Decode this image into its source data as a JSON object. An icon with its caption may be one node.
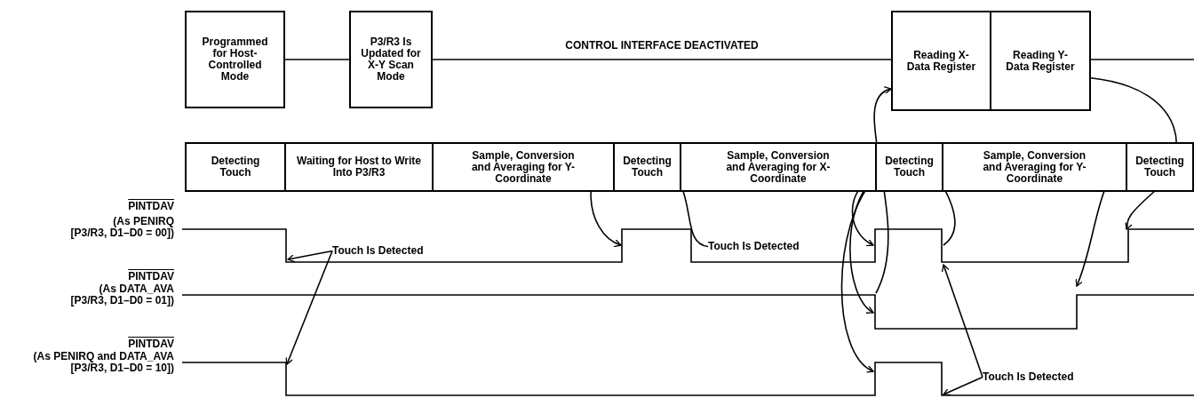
{
  "diagram": {
    "nodes": [
      {
        "text": [
          "Programmed for Host-Controlled Mode"
        ]
      },
      {
        "text": [
          "P3/R3 Is Updated for X-Y Scan Mode"
        ]
      },
      {
        "text": [
          "Reading X-Data Register"
        ]
      },
      {
        "text": [
          "Reading Y-Data Register"
        ]
      },
      {
        "text": [
          "Detecting Touch"
        ]
      },
      {
        "text": [
          "Waiting for Host to Write Into P3/R3"
        ]
      },
      {
        "text": [
          "Sample, Conversion and Averaging for Y-Coordinate"
        ]
      },
      {
        "text": [
          "Detecting Touch"
        ]
      },
      {
        "text": [
          "Sample, Conversion and Averaging for X-Coordinate"
        ]
      },
      {
        "text": [
          "Detecting Touch"
        ]
      },
      {
        "text": [
          "Sample, Conversion and Averaging for Y-Coordinate"
        ]
      },
      {
        "text": [
          "Detecting Touch"
        ]
      },
      {
        "text": [
          "Touch Is Detected"
        ]
      },
      {
        "text": [
          "Touch Is Detected"
        ]
      },
      {
        "text": [
          "Touch Is Detected"
        ]
      }
    ],
    "edges": [
      {
        "from": 0,
        "to": 1,
        "arrow": "none"
      },
      {
        "from": 1,
        "to": 2,
        "arrow": "none",
        "label": "CONTROL INTERFACE DEACTIVATED"
      },
      {
        "from": 3,
        "to": null,
        "arrow": "none"
      },
      {
        "from": 12,
        "to": null,
        "arrow": "to"
      },
      {
        "from": 12,
        "to": null,
        "arrow": "to"
      },
      {
        "from": 6,
        "to": null,
        "arrow": "to"
      },
      {
        "from": 13,
        "to": 8,
        "arrow": "to"
      },
      {
        "from": 8,
        "to": null,
        "arrow": "to"
      },
      {
        "from": 8,
        "to": null,
        "arrow": "to"
      },
      {
        "from": 8,
        "to": null,
        "arrow": "to"
      },
      {
        "from": null,
        "to": 2,
        "arrow": "to"
      },
      {
        "from": null,
        "to": 10,
        "arrow": "to"
      },
      {
        "from": 14,
        "to": null,
        "arrow": "to"
      },
      {
        "from": 14,
        "to": null,
        "arrow": "to"
      },
      {
        "from": 3,
        "to": null,
        "arrow": "to"
      },
      {
        "from": 10,
        "to": null,
        "arrow": "to"
      }
    ],
    "labels": [
      "PINTDAV",
      "(As PENIRQ [P3/R3, D1–D0 = 00])",
      "PINTDAV",
      "(As DATA_AVA [P3/R3, D1–D0 = 01])",
      "PINTDAV",
      "(As PENIRQ and DATA_AVA [P3/R3, D1–D0 = 10])"
    ]
  }
}
